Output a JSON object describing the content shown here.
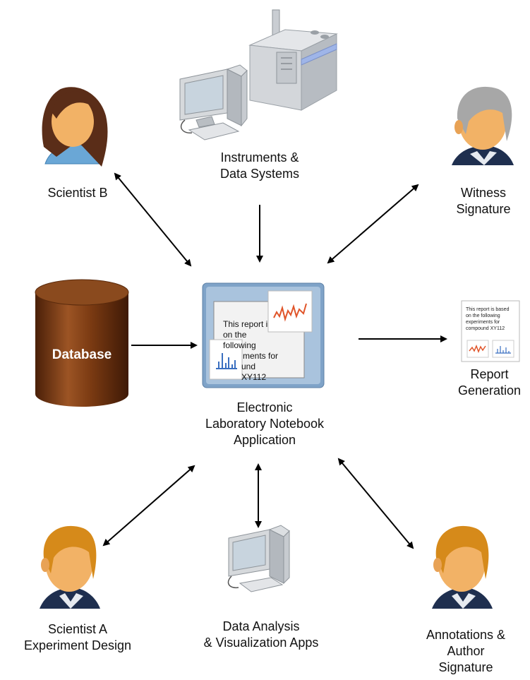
{
  "nodes": {
    "instruments": {
      "lines": [
        "Instruments &",
        "Data Systems"
      ]
    },
    "scientist_b": {
      "lines": [
        "Scientist B"
      ]
    },
    "witness": {
      "lines": [
        "Witness",
        "Signature"
      ]
    },
    "database": {
      "label": "Database"
    },
    "eln": {
      "lines": [
        "Electronic",
        "Laboratory Notebook",
        "Application"
      ]
    },
    "report": {
      "lines": [
        "Report",
        "Generation"
      ]
    },
    "scientist_a": {
      "lines": [
        "Scientist A",
        "Experiment Design"
      ]
    },
    "analysis": {
      "lines": [
        "Data Analysis",
        "& Visualization Apps"
      ]
    },
    "annotations": {
      "lines": [
        "Annotations &",
        "Author",
        "Signature"
      ]
    }
  },
  "eln_document": {
    "lines": [
      "This report i",
      "on the following",
      "ments for",
      "und XY112"
    ]
  },
  "report_document": {
    "lines": [
      "This report is based",
      "on the following",
      "experiments for",
      "compound XY112"
    ]
  },
  "colors": {
    "database": "#7a3a12",
    "eln_frame": "#7fa3c8",
    "skin": "#f2b266",
    "hair_brown": "#5a2d18",
    "hair_gray": "#a7a7a7",
    "hair_orange": "#d68a1a",
    "chart_red": "#e0552a",
    "chart_blue": "#3a6fc0"
  }
}
